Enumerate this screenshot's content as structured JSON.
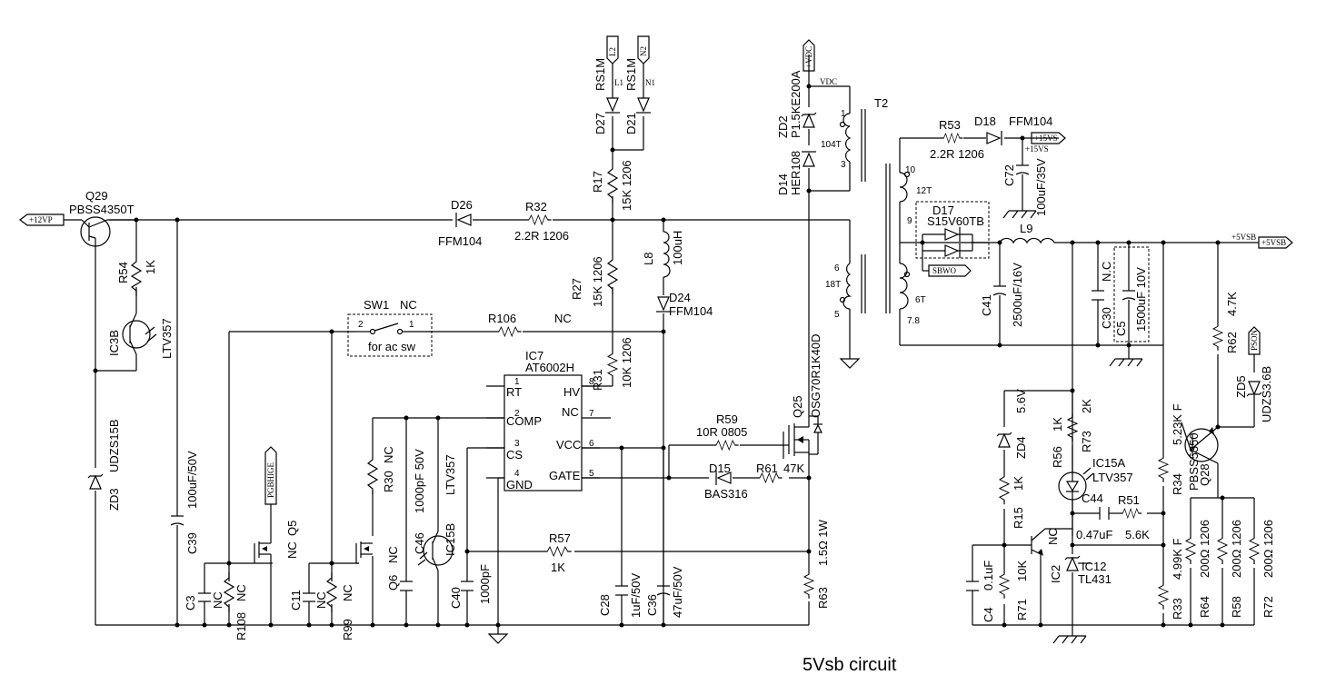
{
  "caption": "5Vsb circuit",
  "nets": {
    "vp12": "+12VP",
    "l2": "L2",
    "n2": "N2",
    "l1": "L1",
    "n1": "N1",
    "vdc_flag": "+VDC",
    "vdc": "VDC",
    "vs15": "+15VS",
    "vs15_lbl": "+15VS",
    "vsb5": "+5VSB",
    "vsb5_lbl": "+5VSB",
    "pson": "PSON",
    "pgbhige": "PGBHIGE",
    "sbwo": "SBWO"
  },
  "components": {
    "q29": {
      "ref": "Q29",
      "value": "PBSS4350T"
    },
    "r54": {
      "ref": "R54",
      "value": "1K"
    },
    "ic3b": {
      "ref": "IC3B",
      "value": "LTV357"
    },
    "zd3": {
      "ref": "ZD3",
      "value": "UDZS15B"
    },
    "c39": {
      "ref": "C39",
      "value": "100uF/50V"
    },
    "c3": {
      "ref": "C3",
      "value": "NC"
    },
    "r108": {
      "ref": "R108",
      "value": "NC"
    },
    "q5": {
      "ref": "Q5",
      "value": "NC"
    },
    "c11": {
      "ref": "C11",
      "value": "NC"
    },
    "r99": {
      "ref": "R99",
      "value": "NC"
    },
    "r30": {
      "ref": "R30",
      "value": "NC"
    },
    "q6": {
      "ref": "Q6",
      "value": "NC"
    },
    "c46": {
      "ref": "C46",
      "value": "1000pF 50V"
    },
    "ic15b": {
      "ref": "IC15B",
      "value": "LTV357"
    },
    "c40": {
      "ref": "C40",
      "value": "1000pF"
    },
    "sw1": {
      "ref": "SW1",
      "value": "NC",
      "note": "for ac sw",
      "pin1": "1",
      "pin2": "2"
    },
    "r106": {
      "ref": "R106",
      "value": "NC"
    },
    "d26": {
      "ref": "D26",
      "value": "FFM104"
    },
    "r32": {
      "ref": "R32",
      "value": "2.2R 1206"
    },
    "d27": {
      "ref": "D27",
      "value": "RS1M"
    },
    "d21": {
      "ref": "D21",
      "value": "RS1M"
    },
    "r17": {
      "ref": "R17",
      "value": "15K 1206"
    },
    "r27": {
      "ref": "R27",
      "value": "15K 1206"
    },
    "r31": {
      "ref": "R31",
      "value": "10K 1206"
    },
    "ic7": {
      "ref": "IC7",
      "value": "AT6002H",
      "pins": [
        {
          "num": "1",
          "name": "RT"
        },
        {
          "num": "2",
          "name": "COMP"
        },
        {
          "num": "3",
          "name": "CS"
        },
        {
          "num": "4",
          "name": "GND"
        },
        {
          "num": "8",
          "name": "HV"
        },
        {
          "num": "7",
          "name": "NC"
        },
        {
          "num": "6",
          "name": "VCC"
        },
        {
          "num": "5",
          "name": "GATE"
        }
      ]
    },
    "l8": {
      "ref": "L8",
      "value": "100uH"
    },
    "d24": {
      "ref": "D24",
      "value": "FFM104"
    },
    "r57": {
      "ref": "R57",
      "value": "1K"
    },
    "c28": {
      "ref": "C28",
      "value": "1uF/50V"
    },
    "c36": {
      "ref": "C36",
      "value": "47uF/50V"
    },
    "r59": {
      "ref": "R59",
      "value": "10R 0805"
    },
    "d15": {
      "ref": "D15",
      "value": "BAS316"
    },
    "r61": {
      "ref": "R61",
      "value": "47K"
    },
    "q25": {
      "ref": "Q25",
      "value": "OSG70R1K40D"
    },
    "r63": {
      "ref": "R63",
      "value": "1.5Ω 1W"
    },
    "zd2": {
      "ref": "ZD2",
      "value": "P1.5KE200A"
    },
    "d14": {
      "ref": "D14",
      "value": "HER108"
    },
    "t2": {
      "ref": "T2",
      "w1": "104T",
      "w2": "18T",
      "w3": "12T",
      "w4": "6T",
      "p1": "1",
      "p3": "3",
      "p6": "6",
      "p5": "5",
      "p10": "10",
      "p9": "9",
      "p78": "7.8"
    },
    "r53": {
      "ref": "R53",
      "value": "2.2R 1206"
    },
    "d18": {
      "ref": "D18",
      "value": "FFM104"
    },
    "c72": {
      "ref": "C72",
      "value": "100uF/35V"
    },
    "d17": {
      "ref": "D17",
      "value": "S15V60TB"
    },
    "l9": {
      "ref": "L9"
    },
    "c41": {
      "ref": "C41",
      "value": "2500uF/16V"
    },
    "c30": {
      "ref": "C30",
      "value": "N.C"
    },
    "c5": {
      "ref": "C5",
      "value": "1500uF 10V"
    },
    "r62": {
      "ref": "R62",
      "value": "4.7K"
    },
    "zd5": {
      "ref": "ZD5",
      "value": "UDZS3.6B"
    },
    "q28": {
      "ref": "Q28",
      "value": "PBSS5350"
    },
    "zd4": {
      "ref": "ZD4",
      "value": "5.6V"
    },
    "r56": {
      "ref": "R56",
      "value": "1K"
    },
    "r73": {
      "ref": "R73",
      "value": "2K"
    },
    "ic15a": {
      "ref": "IC15A",
      "value": "LTV357"
    },
    "c44": {
      "ref": "C44",
      "value": "0.47uF"
    },
    "r51": {
      "ref": "R51",
      "value": "5.6K"
    },
    "r15": {
      "ref": "R15",
      "value": "1K"
    },
    "ic2": {
      "ref": "IC2",
      "value": "NC"
    },
    "ic12": {
      "ref": "IC12",
      "value": "TL431"
    },
    "c4": {
      "ref": "C4",
      "value": "0.1uF"
    },
    "r71": {
      "ref": "R71",
      "value": "10K"
    },
    "r34": {
      "ref": "R34",
      "value": "5.23K F"
    },
    "r33": {
      "ref": "R33",
      "value": "4.99K F"
    },
    "r64": {
      "ref": "R64",
      "value": "200Ω 1206"
    },
    "r58": {
      "ref": "R58",
      "value": "200Ω 1206"
    },
    "r72": {
      "ref": "R72",
      "value": "200Ω 1206"
    }
  }
}
